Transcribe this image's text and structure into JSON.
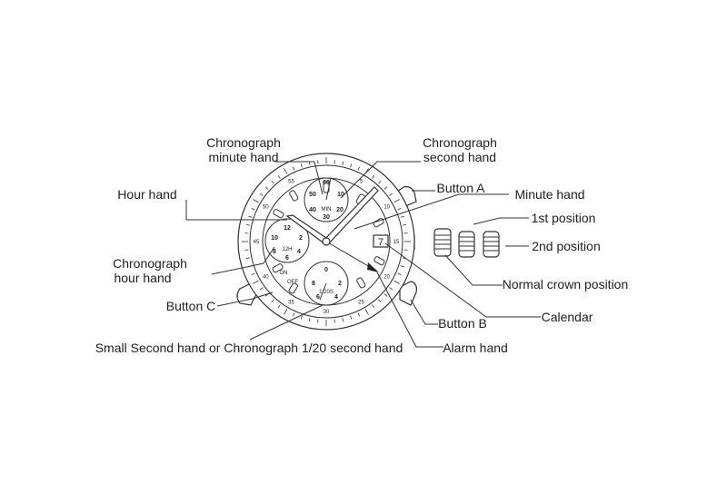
{
  "labels": {
    "chrono_minute_hand": [
      "Chronograph",
      "minute hand"
    ],
    "chrono_second_hand": [
      "Chronograph",
      "second hand"
    ],
    "hour_hand": "Hour hand",
    "button_a": "Button A",
    "minute_hand": "Minute hand",
    "first_position": "1st position",
    "second_position": "2nd position",
    "chrono_hour_hand": [
      "Chronograph",
      "hour hand"
    ],
    "normal_crown_position": "Normal crown position",
    "button_c": "Button C",
    "calendar": "Calendar",
    "button_b": "Button B",
    "small_second_hand": "Small Second hand or Chronograph 1/20 second hand",
    "alarm_hand": "Alarm hand"
  },
  "dial": {
    "bezel_numbers": [
      "55",
      "5",
      "10",
      "15",
      "20",
      "25",
      "30",
      "35",
      "40",
      "45",
      "50"
    ],
    "date_window": "7",
    "on_label": "ON",
    "off_label": "OFF",
    "top_subdial": {
      "numbers": [
        "60",
        "10",
        "20",
        "30",
        "40",
        "50"
      ],
      "unit": "MIN"
    },
    "left_subdial": {
      "numbers": [
        "12",
        "2",
        "4",
        "6",
        "8",
        "10"
      ],
      "unit": "12H"
    },
    "bottom_subdial": {
      "numbers": [
        "0",
        "2",
        "4",
        "6",
        "8"
      ],
      "unit": "1/20S"
    }
  }
}
